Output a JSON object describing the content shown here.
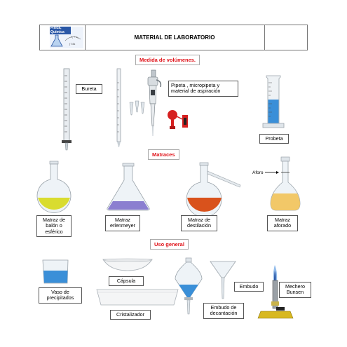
{
  "header": {
    "title": "MATERIAL DE LABORATORIO",
    "logo_text_line1": "Física,",
    "logo_text_line2": "Química"
  },
  "sections": {
    "volumes": "Medida de volúmenes.",
    "flasks": "Matraces",
    "general": "Uso general"
  },
  "items": {
    "bureta": "Bureta",
    "pipeta": "Pipeta , micropipeta y material de aspiración",
    "probeta": "Probeta",
    "matraz_balon": "Matraz de balón o esférico",
    "erlenmeyer": "Matraz erlenmeyer",
    "destilacion": "Matraz de destilación",
    "aforado": "Matraz aforado",
    "aforo": "Aforo",
    "vaso": "Vaso de precipitados",
    "capsula": "Cápsula",
    "cristalizador": "Cristalizador",
    "embudo_decantacion": "Embudo de decantación",
    "embudo": "Embudo",
    "mechero": "Mechero Bunsen"
  },
  "colors": {
    "section_text": "#e0141b",
    "liquid_yellow": "#d9dc2f",
    "liquid_purple": "#8b7fd0",
    "liquid_red": "#d9521c",
    "liquid_amber": "#f2c868",
    "liquid_blue": "#3a8fd8"
  }
}
